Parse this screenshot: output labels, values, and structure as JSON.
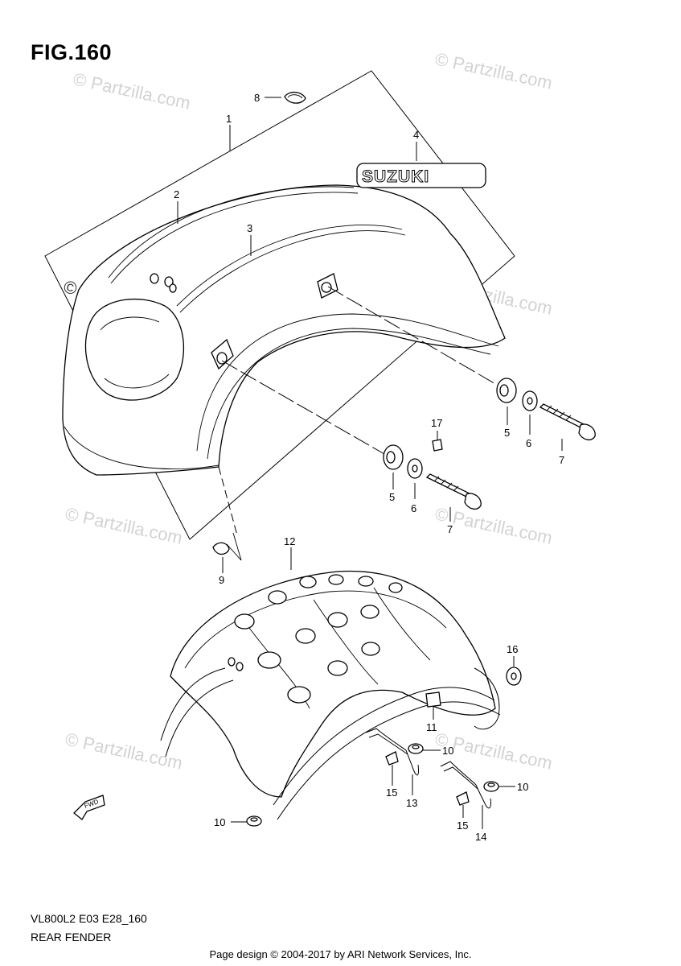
{
  "figure": {
    "title": "FIG.160",
    "model_code": "VL800L2 E03 E28_160",
    "section_name": "REAR FENDER"
  },
  "emblem_text": "SUZUKI",
  "fwd_label": "FWD",
  "watermark": "© Partzilla.com",
  "footer": "Page design © 2004-2017 by ARI Network Services, Inc.",
  "callouts": {
    "c1": "1",
    "c2": "2",
    "c3": "3",
    "c4": "4",
    "c5a": "5",
    "c5b": "5",
    "c6a": "6",
    "c6b": "6",
    "c7a": "7",
    "c7b": "7",
    "c8": "8",
    "c9": "9",
    "c10a": "10",
    "c10b": "10",
    "c10c": "10",
    "c11": "11",
    "c12": "12",
    "c13": "13",
    "c14": "14",
    "c15a": "15",
    "c15b": "15",
    "c16": "16",
    "c17": "17"
  }
}
